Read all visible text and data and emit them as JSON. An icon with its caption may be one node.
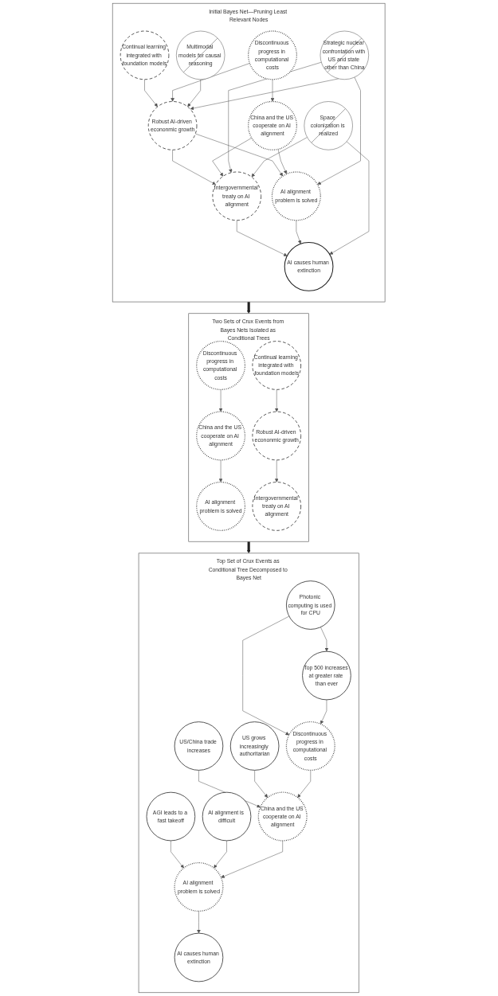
{
  "diagram": {
    "nodes": [
      {
        "text": [
          "Initial Bayes Net—Pruning Least Relevant Nodes"
        ]
      },
      {
        "text": [
          "Continual learning integrated with foundation models"
        ],
        "in": 0
      },
      {
        "text": [
          "Discontinuous progress in computational costs"
        ],
        "in": 0
      },
      {
        "text": [
          "Multimodal models for causal reasoning"
        ],
        "in": 0
      },
      {
        "text": [
          "Robust AI-driven econonmic growth"
        ],
        "in": 0
      },
      {
        "text": [
          "China and the US cooperate on AI alignment"
        ],
        "in": 0
      },
      {
        "text": [
          "Strategic nuclear confrontation with US and state other than China"
        ],
        "in": 0
      },
      {
        "text": [
          "Intergovernmental treaty on AI alignment"
        ],
        "in": 0
      },
      {
        "text": [
          "AI alignment problem is solved"
        ],
        "in": 0
      },
      {
        "text": [
          "Space colonization is realized"
        ],
        "in": 0
      },
      {
        "text": [
          "AI causes human extinction"
        ],
        "in": 0
      },
      {
        "text": [
          "Two Sets of Crux Events from Bayes Nets Isolated as Conditional Trees"
        ]
      },
      {
        "text": [
          "Discontinuous progress in computational costs"
        ],
        "in": 11
      },
      {
        "text": [
          "China and the US cooperate on AI alignment"
        ],
        "in": 11
      },
      {
        "text": [
          "AI alignment problem is solved"
        ],
        "in": 11
      },
      {
        "text": [
          "Continual learning integrated with foundation models"
        ],
        "in": 11
      },
      {
        "text": [
          "Robust AI-driven econonmic growth"
        ],
        "in": 11
      },
      {
        "text": [
          "Intergovernmental treaty on AI alignment"
        ],
        "in": 11
      },
      {
        "text": [
          "Top Set of Crux Events as Conditional Tree Decomposed to Bayes Net"
        ]
      },
      {
        "text": [
          "Photonic computing is used for CPU"
        ],
        "in": 18
      },
      {
        "text": [
          "US/China trade increases"
        ],
        "in": 18
      },
      {
        "text": [
          "Top 500 increases at greater rate than ever"
        ],
        "in": 18
      },
      {
        "text": [
          "AGI leads to a fast takeoff"
        ],
        "in": 18
      },
      {
        "text": [
          "US grows increasingly authoritarian"
        ],
        "in": 18
      },
      {
        "text": [
          "Discontinuous progress in computational costs"
        ],
        "in": 18
      },
      {
        "text": [
          "AI alignment is difficult"
        ],
        "in": 18
      },
      {
        "text": [
          "China and the US cooperate on AI alignment"
        ],
        "in": 18
      },
      {
        "text": [
          "AI alignment problem is solved"
        ],
        "in": 18
      },
      {
        "text": [
          "AI causes human extinction"
        ],
        "in": 18
      }
    ],
    "edges": [
      {
        "from": 1,
        "to": 4,
        "arrow": "to"
      },
      {
        "from": 2,
        "to": 4,
        "arrow": "to"
      },
      {
        "from": 2,
        "to": 5,
        "arrow": "to"
      },
      {
        "from": 3,
        "to": 4,
        "arrow": "to"
      },
      {
        "from": 6,
        "to": 4,
        "arrow": "to"
      },
      {
        "from": 4,
        "to": 7,
        "arrow": "to"
      },
      {
        "from": 4,
        "to": 8,
        "arrow": "to"
      },
      {
        "from": 5,
        "to": 7,
        "arrow": "to"
      },
      {
        "from": 5,
        "to": 8,
        "arrow": "to"
      },
      {
        "from": 6,
        "to": 7,
        "arrow": "to"
      },
      {
        "from": 6,
        "to": 8,
        "arrow": "to"
      },
      {
        "from": 9,
        "to": 7,
        "arrow": "to"
      },
      {
        "from": 7,
        "to": 10,
        "arrow": "to"
      },
      {
        "from": 8,
        "to": 10,
        "arrow": "to"
      },
      {
        "from": 9,
        "to": 10,
        "arrow": "to"
      },
      {
        "from": 12,
        "to": 13,
        "arrow": "to"
      },
      {
        "from": 13,
        "to": 14,
        "arrow": "to"
      },
      {
        "from": 15,
        "to": 16,
        "arrow": "to"
      },
      {
        "from": 16,
        "to": 17,
        "arrow": "to"
      },
      {
        "from": 0,
        "to": 11,
        "arrow": "to",
        "style": "thick"
      },
      {
        "from": 11,
        "to": 18,
        "arrow": "to",
        "style": "thick"
      },
      {
        "from": 19,
        "to": 21,
        "arrow": "to"
      },
      {
        "from": 19,
        "to": 24,
        "arrow": "to"
      },
      {
        "from": 21,
        "to": 24,
        "arrow": "to"
      },
      {
        "from": 20,
        "to": 26,
        "arrow": "to"
      },
      {
        "from": 23,
        "to": 26,
        "arrow": "to"
      },
      {
        "from": 24,
        "to": 26,
        "arrow": "to"
      },
      {
        "from": 22,
        "to": 27,
        "arrow": "to"
      },
      {
        "from": 25,
        "to": 27,
        "arrow": "to"
      },
      {
        "from": 26,
        "to": 27,
        "arrow": "to"
      },
      {
        "from": 27,
        "to": 28,
        "arrow": "to"
      }
    ]
  }
}
